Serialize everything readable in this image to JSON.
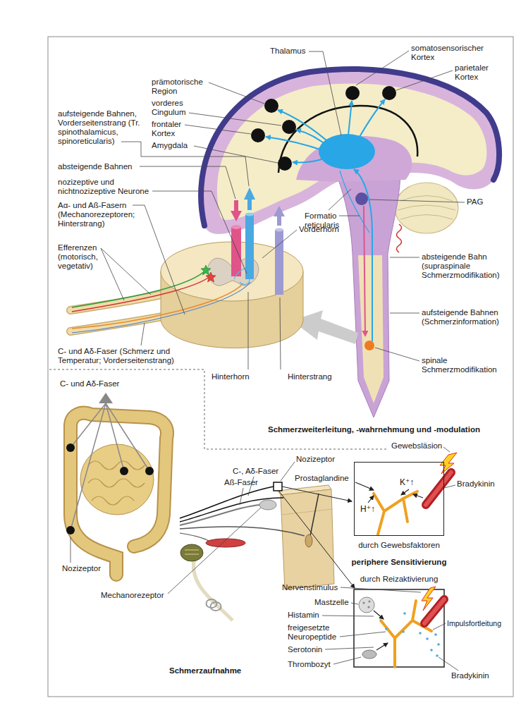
{
  "diagram": {
    "nodes": [
      {
        "text": [
          "K⁺↑",
          "H⁺↑"
        ]
      }
    ],
    "labels": [
      "Thalamus",
      "somatosensorischer Kortex",
      "parietaler Kortex",
      "prämotorische Region",
      "vorderes Cingulum",
      "frontaler Kortex",
      "Amygdala",
      "aufsteigende Bahnen, Vorderseitenstrang (Tr. spinothalamicus, spinoreticularis)",
      "absteigende Bahnen",
      "nozizeptive und nichtnozizeptive Neurone",
      "Aα- und Aß-Fasern (Mechanorezeptoren; Hinterstrang)",
      "Efferenzen (motorisch, vegetativ)",
      "C- und Aδ-Faser (Schmerz und Temperatur; Vorderseitenstrang)",
      "PAG",
      "Formatio reticularis",
      "Vorderhorn",
      "absteigende Bahn (supraspinale Schmerzmodifikation)",
      "aufsteigende Bahnen (Schmerzinformation)",
      "spinale Schmerzmodifikation",
      "Hinterhorn",
      "Hinterstrang",
      "Schmerzweiterleitung, -wahrnehmung und -modulation",
      "C- und Aδ-Faser",
      "Nozizeptor",
      "Mechanorezeptor",
      "Gewebsläsion",
      "Nozizeptor",
      "C-, Aδ-Faser",
      "Aß-Faser",
      "Prostaglandine",
      "Bradykinin",
      "durch Gewebsfaktoren",
      "periphere Sensitivierung",
      "durch Reizaktivierung",
      "Nervenstimulus",
      "Mastzelle",
      "Histamin",
      "freigesetzte Neuropeptide",
      "Serotonin",
      "Thrombozyt",
      "Impulsfortleitung",
      "Bradykinin",
      "Schmerzaufnahme"
    ]
  }
}
